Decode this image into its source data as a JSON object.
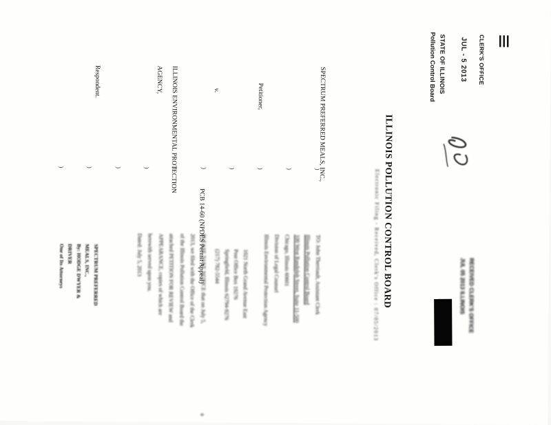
{
  "colors": {
    "ink": "#111111",
    "paper": "#fefefd",
    "bar": "#050505"
  },
  "received_stamp": {
    "logo_icon": "stamp-lines-icon",
    "office": "CLERK'S OFFICE",
    "date": "JUL - 5 2013",
    "state": "STATE OF ILLINOIS",
    "board": "Pollution Control Board"
  },
  "efiling_stamp": {
    "line1": "RECEIVED CLERK'S OFFICE",
    "line2": "JUL 05 2013 ILLINOIS"
  },
  "header": {
    "board_title": "ILLINOIS POLLUTION CONTROL BOARD",
    "efiling_line": "Electronic Filing - Received, Clerk's Office : 07/05/2013"
  },
  "caption": {
    "petitioner_name": "SPECTRUM PREFERRED MEALS, INC.,",
    "petitioner_label": "Petitioner,",
    "versus": "v.",
    "respondent_line1": "ILLINOIS ENVIRONMENTAL PROTECTION",
    "respondent_line2": "AGENCY,",
    "respondent_label": "Respondent.",
    "docket_line": "PCB 14-60 (NPDES Permit Appeal)",
    "divider_glyph": ")"
  },
  "body": {
    "block_service_to": {
      "lines": [
        "TO: John Therriault, Assistant Clerk",
        "Illinois Pollution Control Board",
        "100 West Randolph Street, Suite 11-500",
        "Chicago, Illinois 60601",
        "Division of Legal Counsel",
        "Illinois Environmental Protection Agency"
      ]
    },
    "block_address": {
      "lines": [
        "1021 North Grand Avenue East",
        "Post Office Box 19276",
        "Springfield, Illinois 62794-9276",
        "(217) 782-5544"
      ]
    },
    "block_notice": {
      "lines": [
        "PLEASE TAKE NOTICE that on July 5,",
        "2013, we filed with the Office of the Clerk",
        "of the Illinois Pollution Control Board the",
        "attached PETITION FOR REVIEW and",
        "APPEARANCE, copies of which are",
        "herewith served upon you.",
        "Dated: July 5, 2013"
      ]
    },
    "block_signature": {
      "lines": [
        "SPECTRUM PREFERRED",
        "MEALS, INC.,",
        "By: HODGE DWYER & DRIVER",
        "One of Its Attorneys"
      ]
    }
  }
}
